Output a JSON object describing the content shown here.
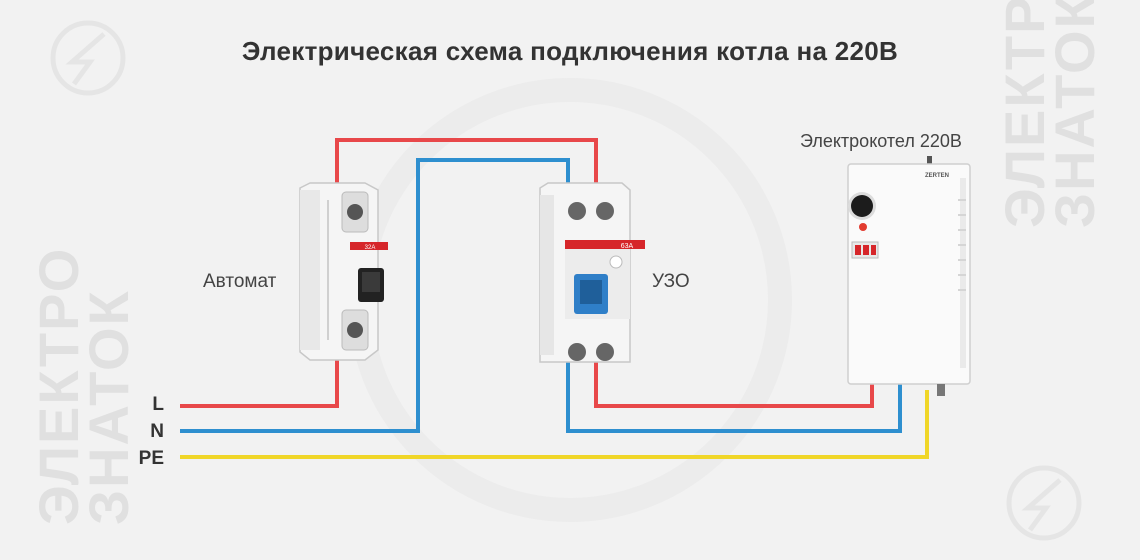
{
  "title": "Электрическая схема подключения котла на 220В",
  "labels": {
    "automat": "Автомат",
    "uzo": "УЗО",
    "boiler": "Электрокотел 220В"
  },
  "wires": {
    "L": "L",
    "N": "N",
    "PE": "PE"
  },
  "devices": {
    "automat_rating": "32А",
    "uzo_rating": "63А",
    "boiler_brand": "ZERTEN"
  },
  "watermark": {
    "line1": "ЭЛЕКТРО",
    "line2": "ЗНАТОК"
  },
  "colors": {
    "L": "#e8484a",
    "N": "#2e8fcf",
    "PE": "#f0d628",
    "accent": "#d6262a"
  }
}
